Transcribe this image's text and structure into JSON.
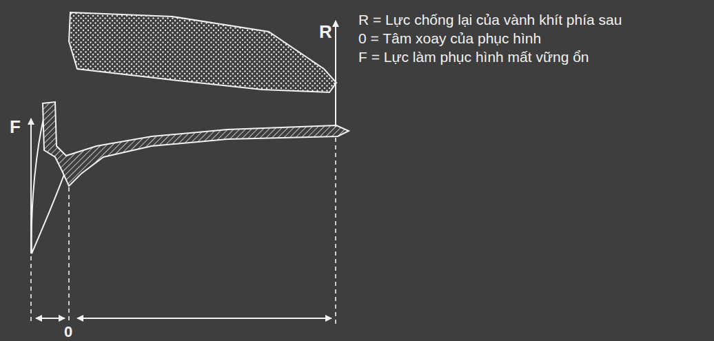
{
  "diagram": {
    "labels": [
      "R",
      "F",
      "0",
      "R = Lực chống lại của vành khít phía sau",
      "0 = Tâm xoay của phục hình",
      "F = Lực làm phục hình mất vững ổn"
    ]
  }
}
